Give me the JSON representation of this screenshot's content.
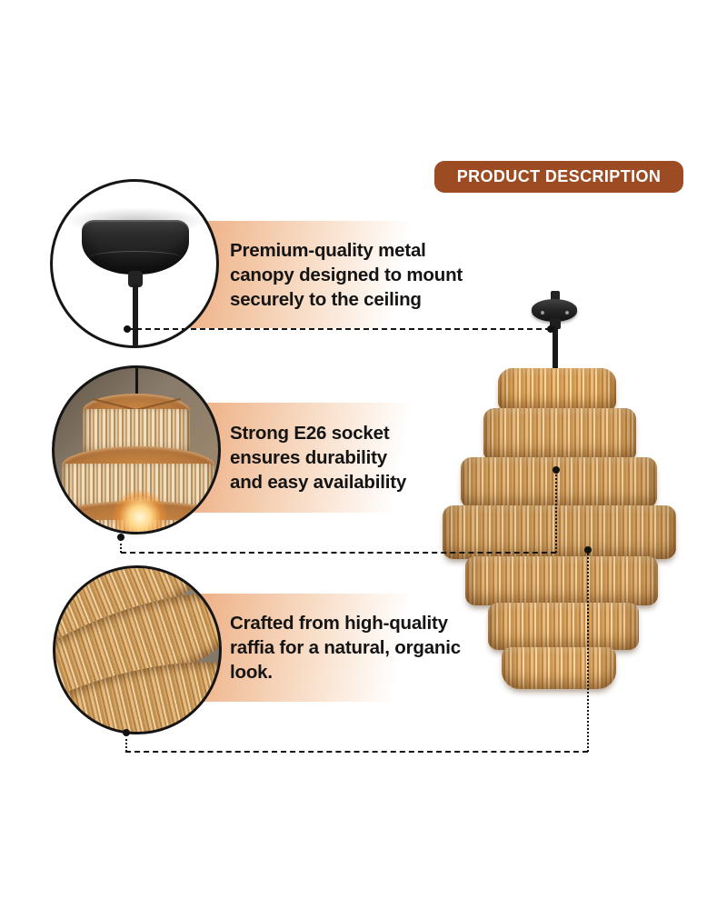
{
  "badge": {
    "label": "PRODUCT DESCRIPTION"
  },
  "callouts": [
    {
      "photo": "metal-canopy-closeup",
      "text": "Premium-quality metal canopy designed to mount securely to the ceiling",
      "lines": [
        "Premium-quality metal",
        "canopy designed to mount",
        "securely to the ceiling"
      ]
    },
    {
      "photo": "e26-socket-closeup",
      "text": "Strong E26 socket ensures durability and easy availability",
      "lines": [
        "Strong E26 socket",
        "ensures durability",
        "and easy availability"
      ]
    },
    {
      "photo": "raffia-texture-closeup",
      "text": "Crafted from high-quality raffia for a natural, organic look.",
      "lines": [
        "Crafted from high-quality",
        "raffia for a natural, organic",
        "look."
      ]
    }
  ],
  "product_photo": "tiered-raffia-pendant-lamp",
  "colors": {
    "background": "#FFFFFF",
    "badge_bg": "#9C4B22",
    "panel_gradient_start": "#E89E6E",
    "text": "#141414",
    "connector_line": "#151515",
    "raffia_base": "#C9995F",
    "metal_black": "#1E1E1E"
  }
}
